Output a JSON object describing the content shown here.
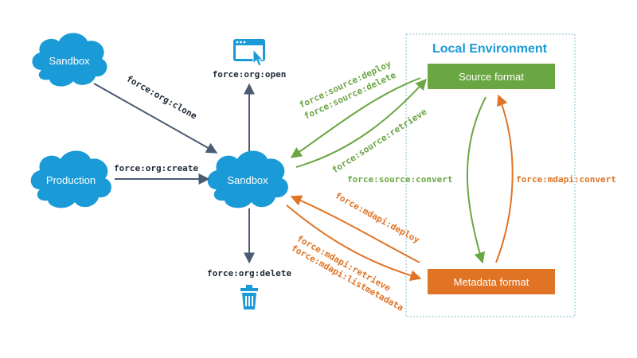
{
  "clouds": {
    "sandbox_top": "Sandbox",
    "production": "Production",
    "sandbox_center": "Sandbox"
  },
  "local_environment": {
    "title": "Local Environment",
    "source_format": "Source format",
    "metadata_format": "Metadata format"
  },
  "commands": {
    "org_clone": "force:org:clone",
    "org_create": "force:org:create",
    "org_open": "force:org:open",
    "org_delete": "force:org:delete",
    "source_deploy": "force:source:deploy",
    "source_delete": "force:source:delete",
    "source_retrieve": "force:source:retrieve",
    "source_convert": "force:source:convert",
    "mdapi_deploy": "force:mdapi:deploy",
    "mdapi_convert": "force:mdapi:convert",
    "mdapi_retrieve": "force:mdapi:retrieve",
    "mdapi_listmetadata": "force:mdapi:listmetadata"
  },
  "icons": {
    "open": "browser-window-icon",
    "delete": "trash-icon"
  },
  "colors": {
    "cloud": "#1a9ad6",
    "arrow_gray": "#4a5b72",
    "green": "#6aa642",
    "orange": "#e07324",
    "env_border": "#7fbfcf"
  }
}
